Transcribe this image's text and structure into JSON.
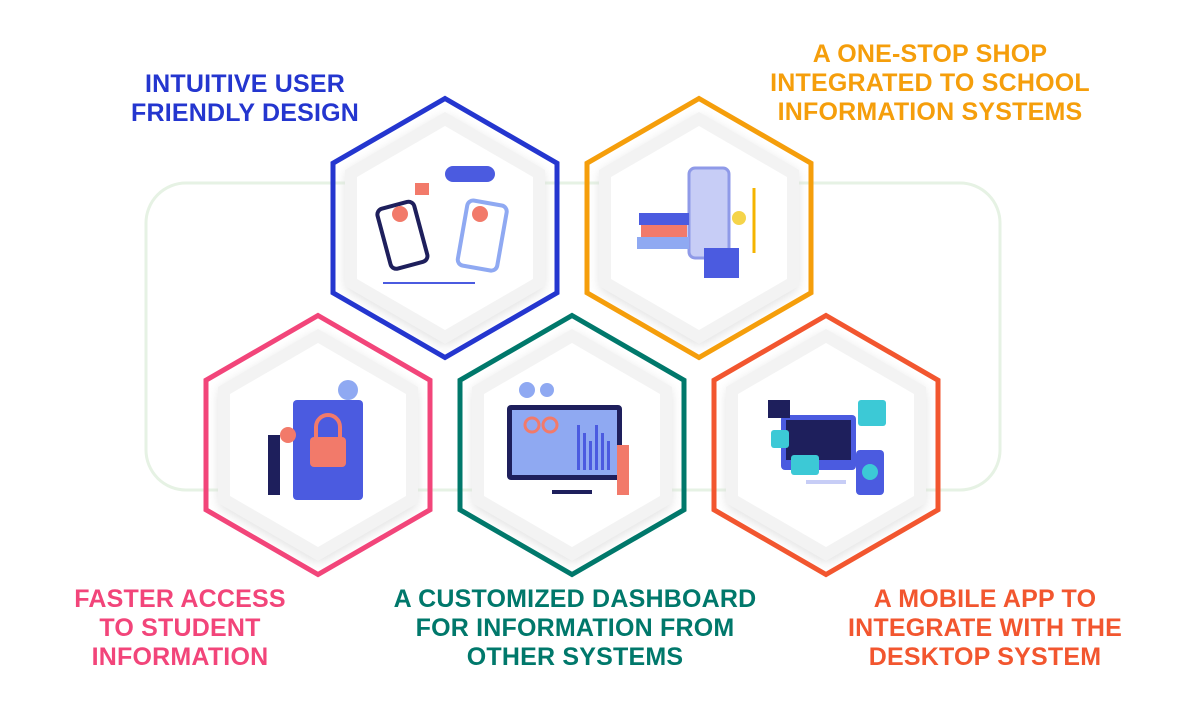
{
  "features": [
    {
      "id": "intuitive",
      "title_lines": [
        "INTUITIVE USER",
        "FRIENDLY DESIGN"
      ],
      "color": "#2436cf",
      "icon": "phones-people-illustration"
    },
    {
      "id": "one-stop",
      "title_lines": [
        "A ONE-STOP SHOP",
        "INTEGRATED TO SCHOOL",
        "INFORMATION SYSTEMS"
      ],
      "color": "#f59e0b",
      "icon": "books-phone-illustration"
    },
    {
      "id": "faster-access",
      "title_lines": [
        "FASTER ACCESS",
        "TO STUDENT",
        "INFORMATION"
      ],
      "color": "#f2457a",
      "icon": "lock-key-illustration"
    },
    {
      "id": "dashboard",
      "title_lines": [
        "A CUSTOMIZED DASHBOARD",
        "FOR INFORMATION FROM",
        "OTHER SYSTEMS"
      ],
      "color": "#00786b",
      "icon": "dashboard-monitor-illustration"
    },
    {
      "id": "mobile-app",
      "title_lines": [
        "A MOBILE APP TO",
        "INTEGRATE WITH THE",
        "DESKTOP SYSTEM"
      ],
      "color": "#f2562f",
      "icon": "devices-sync-illustration"
    }
  ],
  "background_outline_color": "#e6f2e4"
}
